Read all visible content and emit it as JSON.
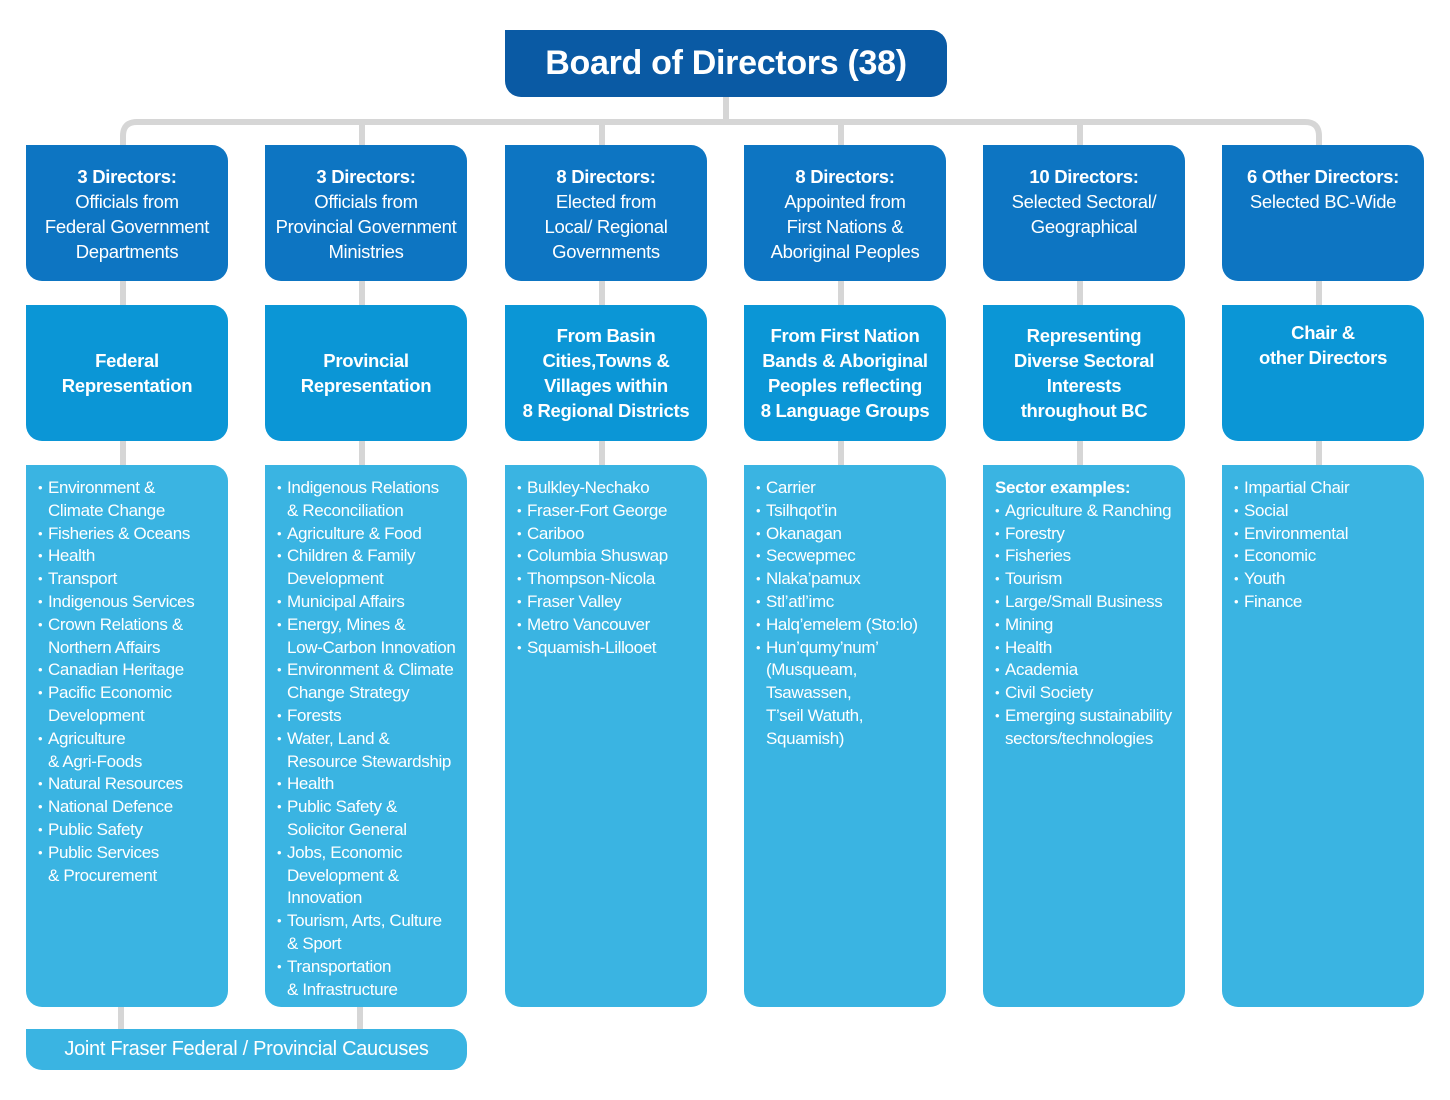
{
  "title": "Board of Directors (38)",
  "colors": {
    "title_bg": "#0a5aa4",
    "director_bg": "#0d75c2",
    "representation_bg": "#0b96d6",
    "list_bg": "#3ab4e2",
    "connector": "#d6d6d6",
    "text": "#ffffff"
  },
  "columns": [
    {
      "directors_heading": "3 Directors:",
      "directors_sub": "Officials from\nFederal Government\nDepartments",
      "representation": "Federal\nRepresentation",
      "list_heading": "",
      "items": [
        "Environment &\nClimate Change",
        "Fisheries & Oceans",
        "Health",
        "Transport",
        "Indigenous Services",
        "Crown Relations &\nNorthern Affairs",
        "Canadian Heritage",
        "Pacific Economic\nDevelopment",
        "Agriculture\n& Agri-Foods",
        "Natural Resources",
        "National Defence",
        "Public Safety",
        "Public Services\n& Procurement"
      ]
    },
    {
      "directors_heading": "3 Directors:",
      "directors_sub": "Officials from\nProvincial Government\nMinistries",
      "representation": "Provincial\nRepresentation",
      "list_heading": "",
      "items": [
        "Indigenous Relations\n& Reconciliation",
        "Agriculture & Food",
        "Children & Family\nDevelopment",
        "Municipal Affairs",
        "Energy, Mines &\nLow-Carbon Innovation",
        "Environment & Climate\nChange Strategy",
        "Forests",
        "Water, Land &\nResource Stewardship",
        "Health",
        "Public Safety &\nSolicitor General",
        "Jobs, Economic\nDevelopment &\nInnovation",
        "Tourism, Arts, Culture\n& Sport",
        "Transportation\n& Infrastructure"
      ]
    },
    {
      "directors_heading": "8 Directors:",
      "directors_sub": "Elected from\nLocal/ Regional\nGovernments",
      "representation": "From Basin\nCities,Towns &\nVillages within\n8 Regional Districts",
      "list_heading": "",
      "items": [
        "Bulkley-Nechako",
        "Fraser-Fort George",
        "Cariboo",
        "Columbia Shuswap",
        "Thompson-Nicola",
        "Fraser Valley",
        "Metro Vancouver",
        "Squamish-Lillooet"
      ]
    },
    {
      "directors_heading": "8 Directors:",
      "directors_sub": "Appointed from\nFirst Nations &\nAboriginal Peoples",
      "representation": "From First Nation\nBands & Aboriginal\nPeoples reflecting\n8 Language Groups",
      "list_heading": "",
      "items": [
        "Carrier",
        "Tsilhqot’in",
        "Okanagan",
        "Secwepmec",
        "Nlaka’pamux",
        "Stl’atl’imc",
        "Halq’emelem (Sto:lo)",
        "Hun’qumy’num’\n(Musqueam,\n Tsawassen,\n T’seil Watuth,\n Squamish)"
      ]
    },
    {
      "directors_heading": "10 Directors:",
      "directors_sub": "Selected Sectoral/\nGeographical",
      "representation": "Representing\nDiverse Sectoral\nInterests\nthroughout BC",
      "list_heading": "Sector examples:",
      "items": [
        "Agriculture & Ranching",
        "Forestry",
        "Fisheries",
        "Tourism",
        "Large/Small Business",
        "Mining",
        "Health",
        "Academia",
        "Civil Society",
        "Emerging sustainability\nsectors/technologies"
      ]
    },
    {
      "directors_heading": "6 Other Directors:",
      "directors_sub": "Selected BC-Wide",
      "representation": "Chair &\nother Directors",
      "list_heading": "",
      "items": [
        "Impartial Chair",
        "Social",
        "Environmental",
        "Economic",
        "Youth",
        "Finance"
      ]
    }
  ],
  "caucus": "Joint Fraser Federal / Provincial Caucuses"
}
